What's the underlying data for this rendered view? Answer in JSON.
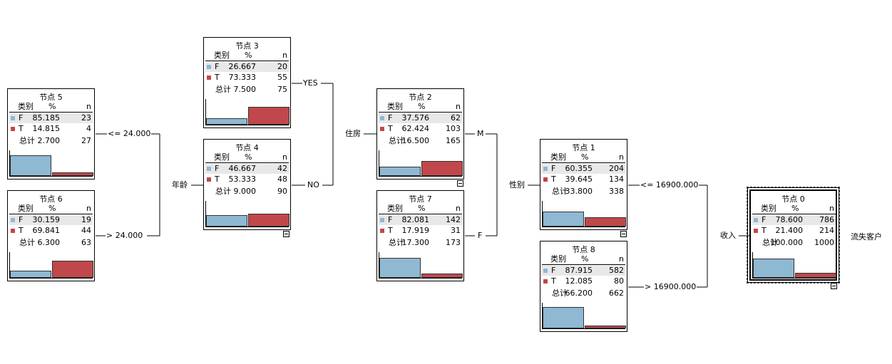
{
  "colors": {
    "F": "#8fb8d3",
    "T": "#c0474b"
  },
  "header_labels": {
    "category": "类别",
    "percent": "%",
    "n": "n"
  },
  "total_label": "总计",
  "target_label": "流失客户",
  "nodes": {
    "n0": {
      "title": "节点 0",
      "rows": [
        {
          "label": "F",
          "pct": "78.600",
          "n": "786"
        },
        {
          "label": "T",
          "pct": "21.400",
          "n": "214"
        }
      ],
      "total_pct": "100.000",
      "total_n": "1000",
      "bar_fractions": [
        0.786,
        0.214
      ]
    },
    "n1": {
      "title": "节点 1",
      "rows": [
        {
          "label": "F",
          "pct": "60.355",
          "n": "204"
        },
        {
          "label": "T",
          "pct": "39.645",
          "n": "134"
        }
      ],
      "total_pct": "33.800",
      "total_n": "338",
      "bar_fractions": [
        0.60355,
        0.39645
      ]
    },
    "n2": {
      "title": "节点 2",
      "rows": [
        {
          "label": "F",
          "pct": "37.576",
          "n": "62"
        },
        {
          "label": "T",
          "pct": "62.424",
          "n": "103"
        }
      ],
      "total_pct": "16.500",
      "total_n": "165",
      "bar_fractions": [
        0.37576,
        0.62424
      ]
    },
    "n3": {
      "title": "节点 3",
      "rows": [
        {
          "label": "F",
          "pct": "26.667",
          "n": "20"
        },
        {
          "label": "T",
          "pct": "73.333",
          "n": "55"
        }
      ],
      "total_pct": "7.500",
      "total_n": "75",
      "bar_fractions": [
        0.26667,
        0.73333
      ]
    },
    "n4": {
      "title": "节点 4",
      "rows": [
        {
          "label": "F",
          "pct": "46.667",
          "n": "42"
        },
        {
          "label": "T",
          "pct": "53.333",
          "n": "48"
        }
      ],
      "total_pct": "9.000",
      "total_n": "90",
      "bar_fractions": [
        0.46667,
        0.53333
      ]
    },
    "n5": {
      "title": "节点 5",
      "rows": [
        {
          "label": "F",
          "pct": "85.185",
          "n": "23"
        },
        {
          "label": "T",
          "pct": "14.815",
          "n": "4"
        }
      ],
      "total_pct": "2.700",
      "total_n": "27",
      "bar_fractions": [
        0.85185,
        0.14815
      ]
    },
    "n6": {
      "title": "节点 6",
      "rows": [
        {
          "label": "F",
          "pct": "30.159",
          "n": "19"
        },
        {
          "label": "T",
          "pct": "69.841",
          "n": "44"
        }
      ],
      "total_pct": "6.300",
      "total_n": "63",
      "bar_fractions": [
        0.30159,
        0.69841
      ]
    },
    "n7": {
      "title": "节点 7",
      "rows": [
        {
          "label": "F",
          "pct": "82.081",
          "n": "142"
        },
        {
          "label": "T",
          "pct": "17.919",
          "n": "31"
        }
      ],
      "total_pct": "17.300",
      "total_n": "173",
      "bar_fractions": [
        0.82081,
        0.17919
      ]
    },
    "n8": {
      "title": "节点 8",
      "rows": [
        {
          "label": "F",
          "pct": "87.915",
          "n": "582"
        },
        {
          "label": "T",
          "pct": "12.085",
          "n": "80"
        }
      ],
      "total_pct": "66.200",
      "total_n": "662",
      "bar_fractions": [
        0.87915,
        0.12085
      ]
    }
  },
  "splits": {
    "income": "收入",
    "gender": "性别",
    "housing": "住房",
    "age": "年龄"
  },
  "edges": {
    "income_le": "<= 16900.000",
    "income_gt": "> 16900.000",
    "gender_m": "M",
    "gender_f": "F",
    "housing_yes": "YES",
    "housing_no": "NO",
    "age_le": "<= 24.000",
    "age_gt": "> 24.000"
  }
}
